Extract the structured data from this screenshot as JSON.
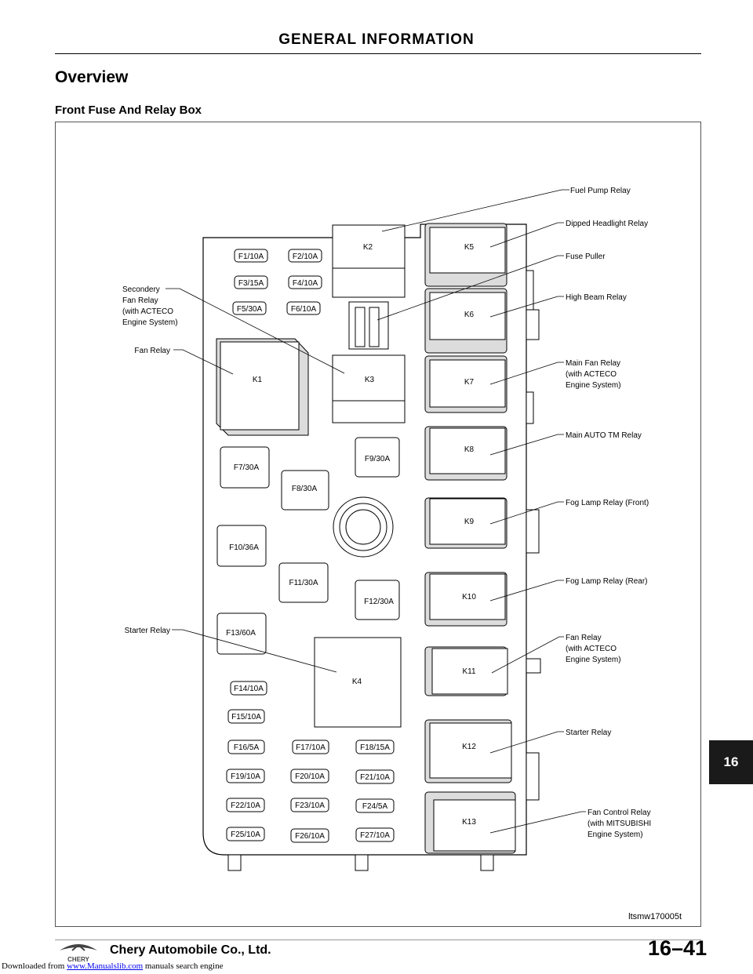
{
  "header": {
    "title": "GENERAL INFORMATION"
  },
  "section": {
    "title": "Overview",
    "subtitle": "Front Fuse And Relay Box"
  },
  "figure": {
    "id": "ltsmw170005t",
    "relays": {
      "K1": "K1",
      "K2": "K2",
      "K3": "K3",
      "K4": "K4",
      "K5": "K5",
      "K6": "K6",
      "K7": "K7",
      "K8": "K8",
      "K9": "K9",
      "K10": "K10",
      "K11": "K11",
      "K12": "K12",
      "K13": "K13"
    },
    "fuses": {
      "F1": "F1/10A",
      "F2": "F2/10A",
      "F3": "F3/15A",
      "F4": "F4/10A",
      "F5": "F5/30A",
      "F6": "F6/10A",
      "F7": "F7/30A",
      "F8": "F8/30A",
      "F9": "F9/30A",
      "F10": "F10/36A",
      "F11": "F11/30A",
      "F12": "F12/30A",
      "F13": "F13/60A",
      "F14": "F14/10A",
      "F15": "F15/10A",
      "F16": "F16/5A",
      "F17": "F17/10A",
      "F18": "F18/15A",
      "F19": "F19/10A",
      "F20": "F20/10A",
      "F21": "F21/10A",
      "F22": "F22/10A",
      "F23": "F23/10A",
      "F24": "F24/5A",
      "F25": "F25/10A",
      "F26": "F26/10A",
      "F27": "F27/10A"
    },
    "callouts_right": {
      "fuel_pump": [
        "Fuel Pump Relay"
      ],
      "dipped_headlight": [
        "Dipped Headlight Relay"
      ],
      "fuse_puller": [
        "Fuse Puller"
      ],
      "high_beam": [
        "High Beam Relay"
      ],
      "main_fan": [
        "Main Fan Relay",
        "(with ACTECO",
        "Engine System)"
      ],
      "main_auto_tm": [
        "Main AUTO TM Relay"
      ],
      "fog_front": [
        "Fog Lamp Relay (Front)"
      ],
      "fog_rear": [
        "Fog Lamp Relay (Rear)"
      ],
      "fan_acteco": [
        "Fan Relay",
        "(with ACTECO",
        "Engine System)"
      ],
      "starter_right": [
        "Starter Relay"
      ],
      "fan_control": [
        "Fan Control Relay",
        "(with MITSUBISHI",
        "Engine System)"
      ]
    },
    "callouts_left": {
      "secondary_fan": [
        "Secondery",
        "Fan Relay",
        "(with ACTECO",
        "Engine System)"
      ],
      "fan_relay": [
        "Fan Relay"
      ],
      "starter_left": [
        "Starter Relay"
      ]
    }
  },
  "side_tab": "16",
  "footer": {
    "company": "Chery Automobile Co., Ltd.",
    "brand": "CHERY",
    "page_number": "16–41",
    "download_prefix": "Downloaded from ",
    "download_link": "www.Manualslib.com",
    "download_suffix": " manuals search engine"
  }
}
